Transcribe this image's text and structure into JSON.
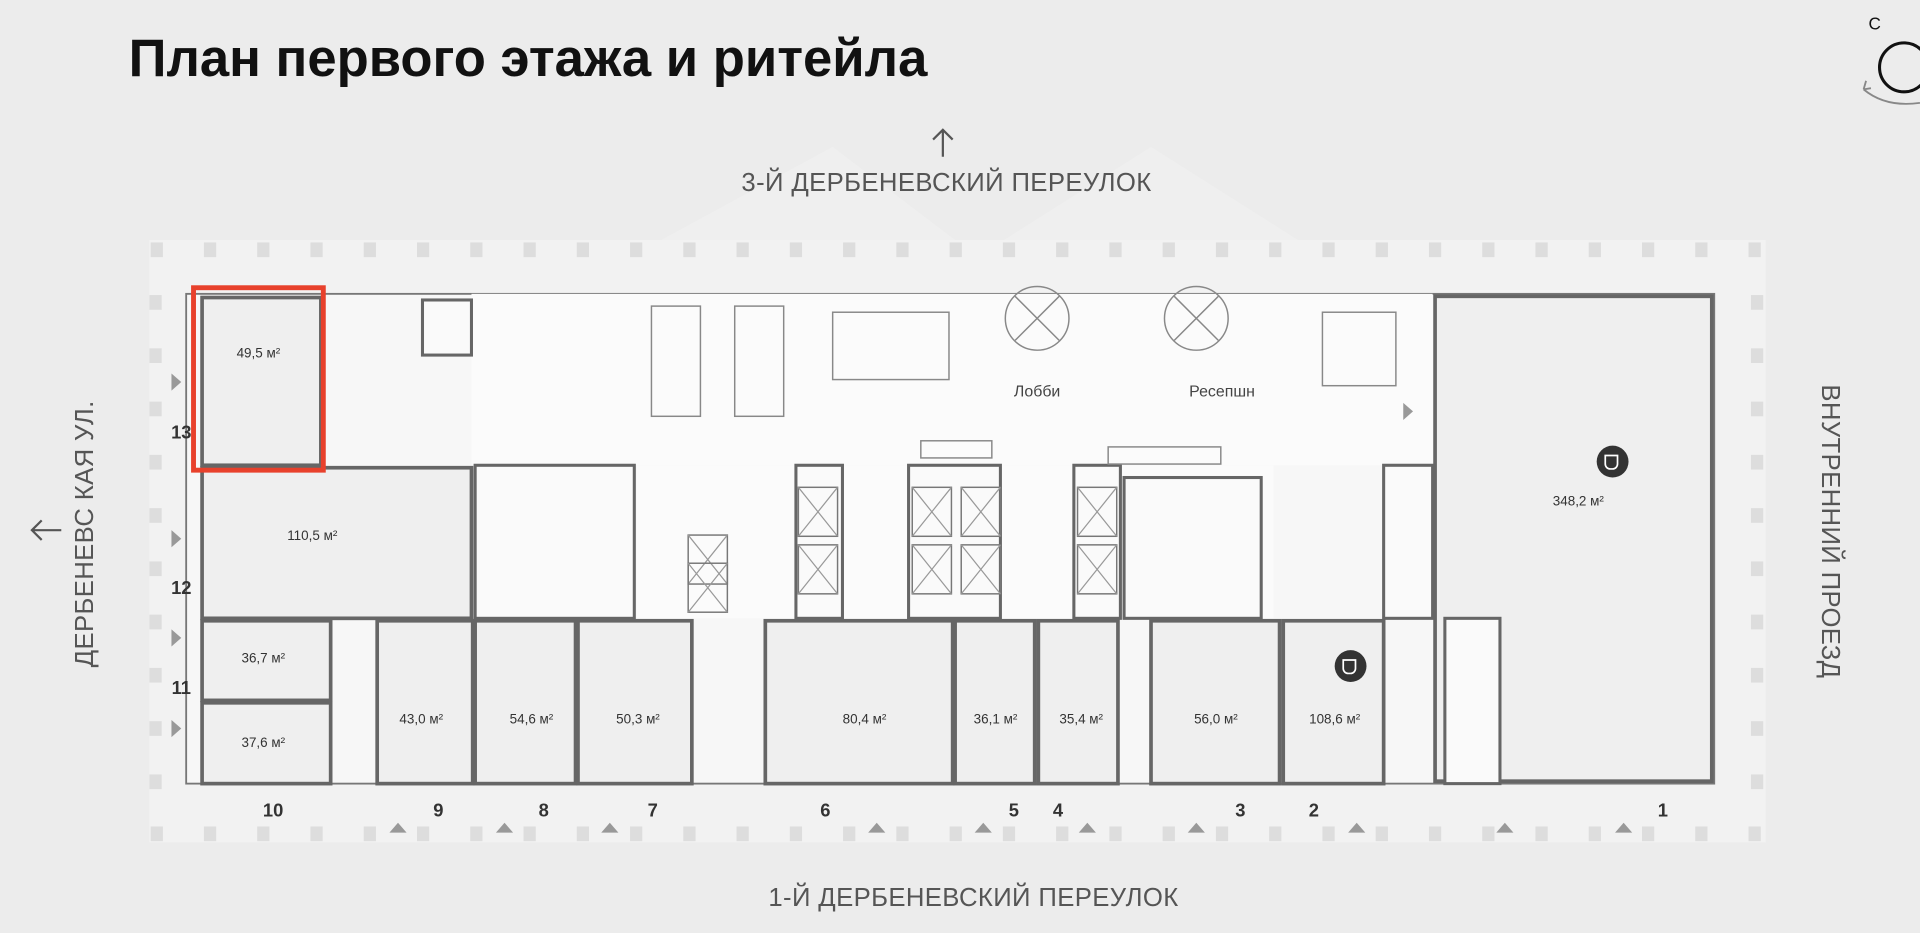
{
  "title": "План первого этажа и ритейла",
  "compass": {
    "label": "С",
    "icon": "compass-rotate-icon"
  },
  "streets": {
    "top": "3-Й ДЕРБЕНЕВСКИЙ ПЕРЕУЛОК",
    "bottom": "1-Й ДЕРБЕНЕВСКИЙ ПЕРЕУЛОК",
    "left": "ДЕРБЕНЕВС КАЯ УЛ.",
    "right": "ВНУТРЕННИЙ ПРОЕЗД"
  },
  "labels": {
    "lobby": "Лобби",
    "reception": "Ресепшн"
  },
  "highlight_color": "#e8412c",
  "selected_unit": "13",
  "units": [
    {
      "id": "13",
      "area": "49,5 м²"
    },
    {
      "id": "12",
      "area": "110,5 м²"
    },
    {
      "id": "11",
      "area": "36,7 м²"
    },
    {
      "id": "10",
      "area": "37,6 м²"
    },
    {
      "id": "9",
      "area": "43,0 м²"
    },
    {
      "id": "8",
      "area": "54,6 м²"
    },
    {
      "id": "7",
      "area": "50,3 м²"
    },
    {
      "id": "6",
      "area": "80,4 м²"
    },
    {
      "id": "5",
      "area": "36,1 м²"
    },
    {
      "id": "4",
      "area": "35,4 м²"
    },
    {
      "id": "3",
      "area": "56,0 м²"
    },
    {
      "id": "2",
      "area": "108,6 м²"
    },
    {
      "id": "1",
      "area": "348,2 м²"
    }
  ],
  "entrance_numbers": [
    "13",
    "12",
    "11",
    "10",
    "9",
    "8",
    "7",
    "6",
    "5",
    "4",
    "3",
    "2",
    "1"
  ],
  "cafe_icon": "coffee-cup-icon"
}
